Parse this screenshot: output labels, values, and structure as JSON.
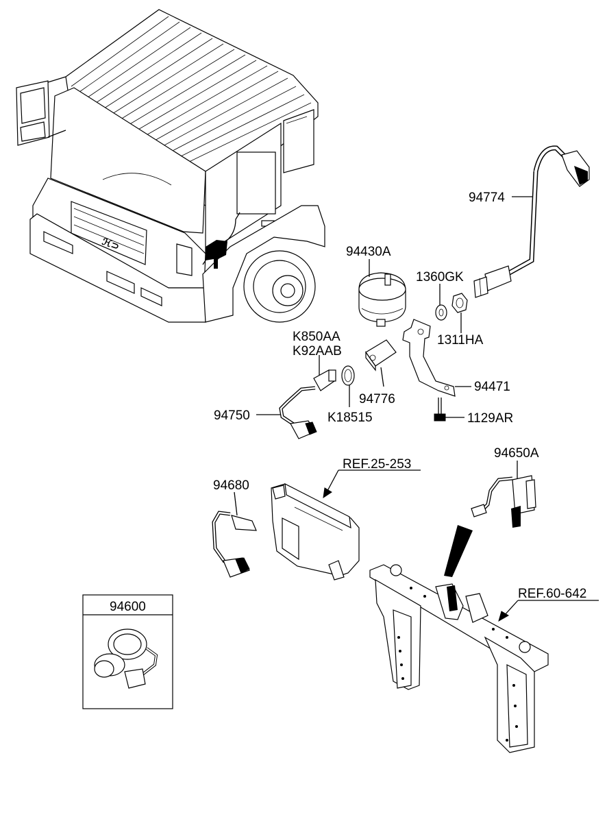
{
  "diagram": {
    "callouts": {
      "p94774": "94774",
      "p94430A": "94430A",
      "p1360GK": "1360GK",
      "p1311HA": "1311HA",
      "pK850AA": "K850AA",
      "pK92AAB": "K92AAB",
      "p94471": "94471",
      "p94776": "94776",
      "p94750": "94750",
      "pK18515": "K18515",
      "p1129AR": "1129AR",
      "p94650A": "94650A",
      "ref25253": "REF.25-253",
      "p94680": "94680",
      "ref60642": "REF.60-642",
      "p94600": "94600"
    }
  }
}
